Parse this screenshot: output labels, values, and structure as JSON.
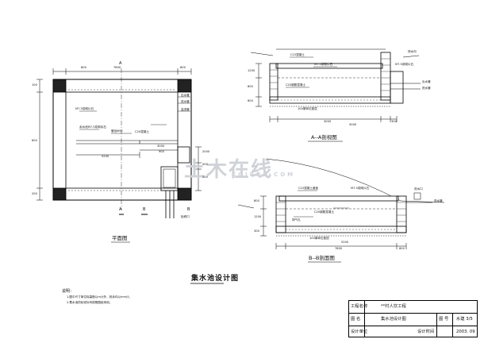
{
  "sheet_title": "集水池设计图",
  "plan": {
    "caption": "平面图",
    "dims": [
      "800",
      "7600",
      "800",
      "100",
      "600",
      "200",
      "900",
      "3000",
      "5200",
      "2000",
      "500",
      "200"
    ],
    "labels": [
      "M7.5浆砌片石",
      "余水池M7.5浆砌毛石",
      "C20混凝土",
      "管径Φ50",
      "出水管",
      "进水管",
      "溢流管",
      "检修口"
    ],
    "section_marks": [
      "A",
      "A",
      "B",
      "B"
    ]
  },
  "section_aa": {
    "caption": "A--A剖视图",
    "labels": [
      "C15混凝土",
      "M7.5浆砌片石",
      "M7.5浆砌片石",
      "C20钢筋混凝土",
      "100厚碎石垫层",
      "排水沟",
      "出水管",
      "进水管"
    ],
    "dims": [
      "3000",
      "5000",
      "1200",
      "800",
      "600",
      "300"
    ]
  },
  "section_bb": {
    "caption": "B--B剖面图",
    "labels": [
      "C15混凝土盖板",
      "M7.5浆砌片石",
      "C20钢筋混凝土",
      "排气孔",
      "进水口",
      "进水管",
      "100厚碎石垫层"
    ],
    "dims": [
      "7600",
      "5200",
      "800",
      "300",
      "1200",
      "600"
    ]
  },
  "notes": {
    "heading": "说明：",
    "items": [
      "1.图中尺寸单位除高程以m计外，其余均以mm计。",
      "2.蓄水池的砂浆标号按照图纸采用。"
    ]
  },
  "title_block": {
    "project_name_label": "工程名称",
    "project_name": "**村人饮工程",
    "drawing_name_label": "图  名",
    "drawing_name": "集水池设计图",
    "drawing_no_label": "图  号",
    "drawing_no": "水建 3/5",
    "design_unit_label": "设计单位",
    "design_date_label": "设计时间",
    "design_date": "2003. 09"
  },
  "watermark": {
    "main": "土木在线",
    "sub": "COIBBS.COM"
  }
}
